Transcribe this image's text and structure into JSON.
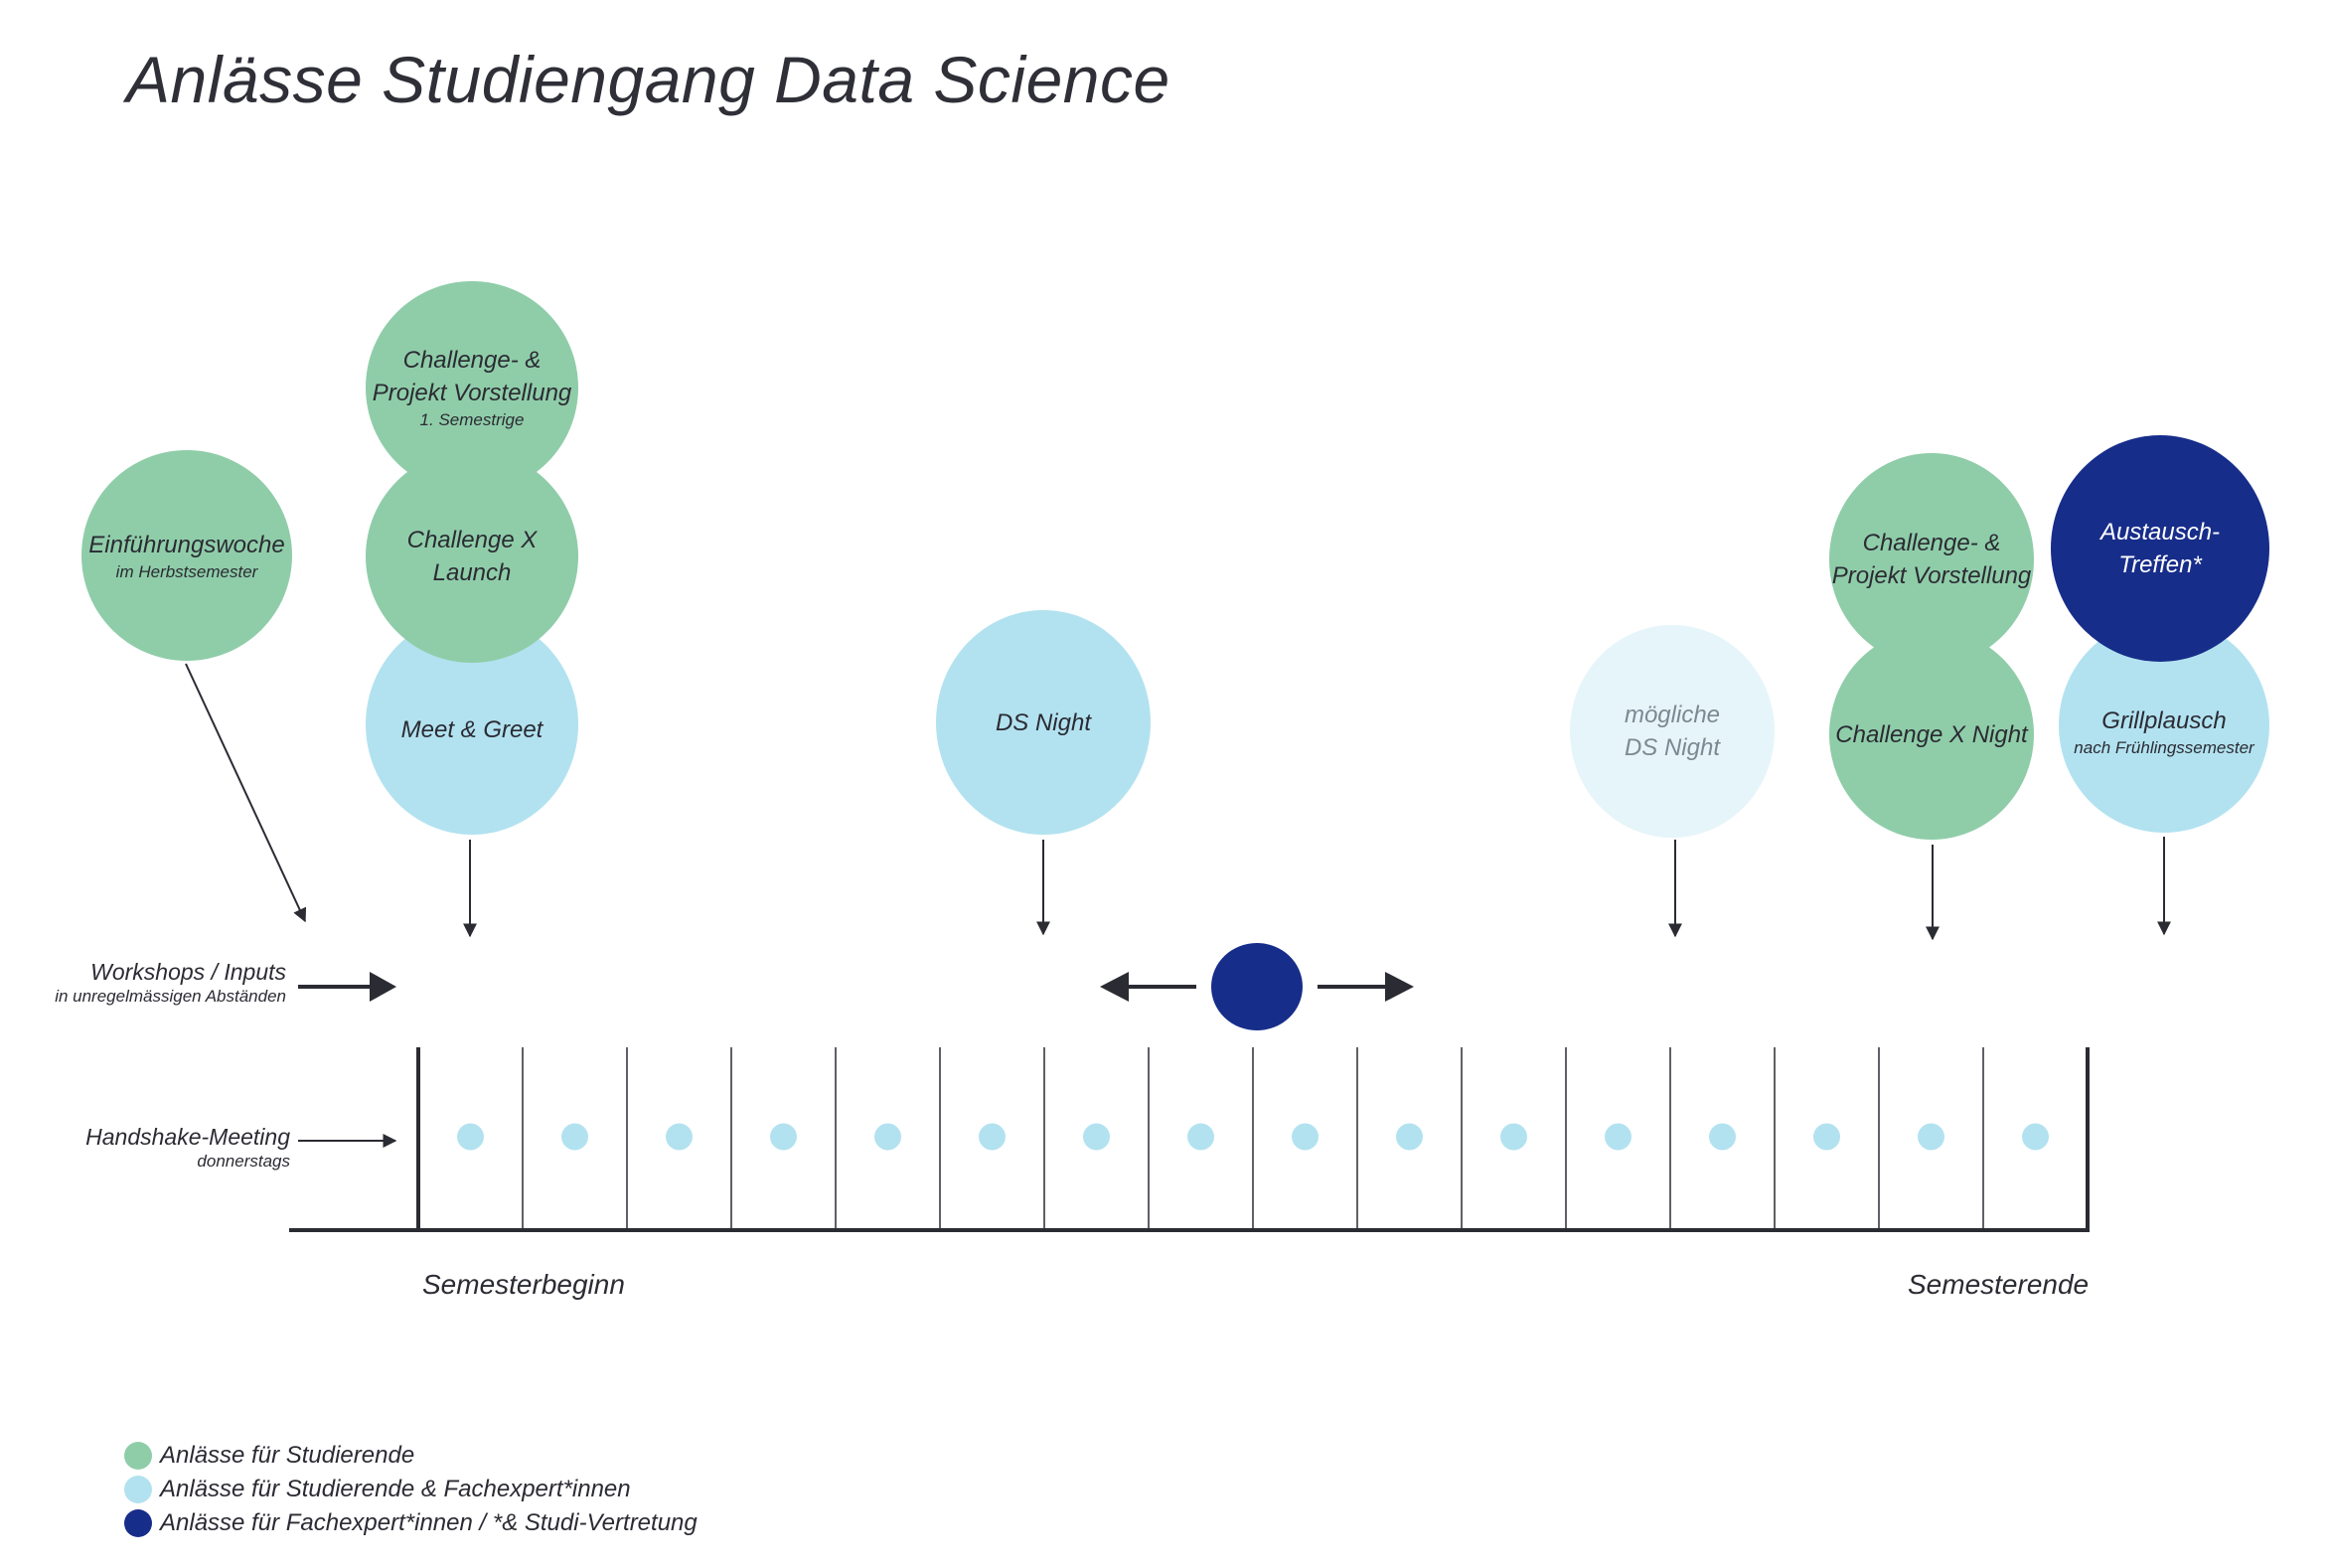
{
  "title": "Anlässe Studiengang Data Science",
  "colors": {
    "students": "#8fcda9",
    "students_experts": "#b2e2f0",
    "possible": "#e6f5fa",
    "experts_reps": "#172d8a",
    "line": "#2b2b33"
  },
  "events": {
    "einfuehrung": {
      "main": "Einführungswoche",
      "sub": "im Herbstsemester"
    },
    "challenge_vorstellung_1": {
      "main_line1": "Challenge- &",
      "main_line2": "Projekt Vorstellung",
      "sub": "1. Semestrige"
    },
    "challenge_launch": {
      "main": "Challenge X Launch"
    },
    "meet_greet": {
      "main": "Meet & Greet"
    },
    "ds_night": {
      "main": "DS Night"
    },
    "moegliche_ds_night": {
      "main_line1": "mögliche",
      "main_line2": "DS Night"
    },
    "challenge_vorstellung_2": {
      "main_line1": "Challenge- &",
      "main_line2": "Projekt Vorstellung"
    },
    "challenge_night": {
      "main": "Challenge X Night"
    },
    "austausch": {
      "main_line1": "Austausch-",
      "main_line2": "Treffen*"
    },
    "grillplausch": {
      "main": "Grillplausch",
      "sub": "nach Frühlingssemester"
    }
  },
  "rows": {
    "workshops": {
      "main": "Workshops / Inputs",
      "sub": "in unregelmässigen Abständen"
    },
    "handshake": {
      "main": "Handshake-Meeting",
      "sub": "donnerstags"
    }
  },
  "timeline": {
    "start_label": "Semesterbeginn",
    "end_label": "Semesterende",
    "weeks": 16
  },
  "legend": [
    {
      "text": "Anlässe für Studierende",
      "color": "#8fcda9"
    },
    {
      "text": "Anlässe für Studierende & Fachexpert*innen",
      "color": "#b2e2f0"
    },
    {
      "text": "Anlässe für Fachexpert*innen / *& Studi-Vertretung",
      "color": "#172d8a"
    }
  ]
}
